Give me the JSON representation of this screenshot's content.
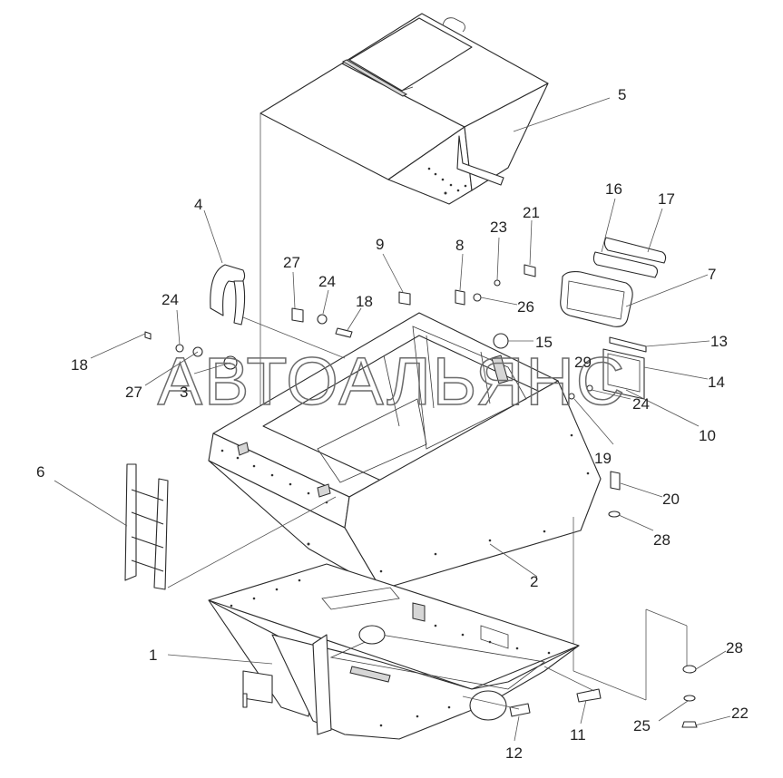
{
  "watermark": "АВТОАЛЬЯНС",
  "callouts": {
    "c1": "1",
    "c2": "2",
    "c3": "3",
    "c4": "4",
    "c5": "5",
    "c6": "6",
    "c7": "7",
    "c8": "8",
    "c9": "9",
    "c10": "10",
    "c11": "11",
    "c12": "12",
    "c13": "13",
    "c14": "14",
    "c15": "15",
    "c16": "16",
    "c17": "17",
    "c18a": "18",
    "c18b": "18",
    "c19": "19",
    "c20": "20",
    "c21": "21",
    "c22": "22",
    "c23": "23",
    "c24a": "24",
    "c24b": "24",
    "c24c": "24",
    "c25": "25",
    "c26": "26",
    "c27a": "27",
    "c27b": "27",
    "c28a": "28",
    "c28b": "28",
    "c29": "29"
  }
}
